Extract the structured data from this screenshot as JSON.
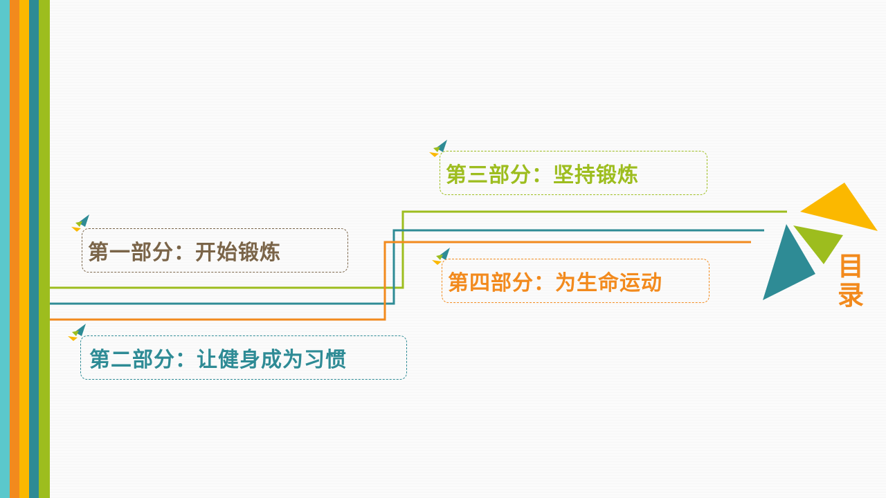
{
  "colors": {
    "teal_light": "#5bc8cc",
    "orange": "#f28a1d",
    "yellow": "#fbb800",
    "teal_dark": "#2e8b95",
    "green": "#9dbd1e",
    "brown": "#7a6448"
  },
  "title": {
    "char1": "目",
    "char2": "录"
  },
  "sections": [
    {
      "label": "第一部分：开始锻炼",
      "color": "#7a6448"
    },
    {
      "label": "第二部分：让健身成为习惯",
      "color": "#2e8b95"
    },
    {
      "label": "第三部分：坚持锻炼",
      "color": "#9dbd1e"
    },
    {
      "label": "第四部分：为生命运动",
      "color": "#f28a1d"
    }
  ],
  "icons": {
    "flag": "triangle-flag-icon",
    "logo": "triangles-logo-icon"
  }
}
